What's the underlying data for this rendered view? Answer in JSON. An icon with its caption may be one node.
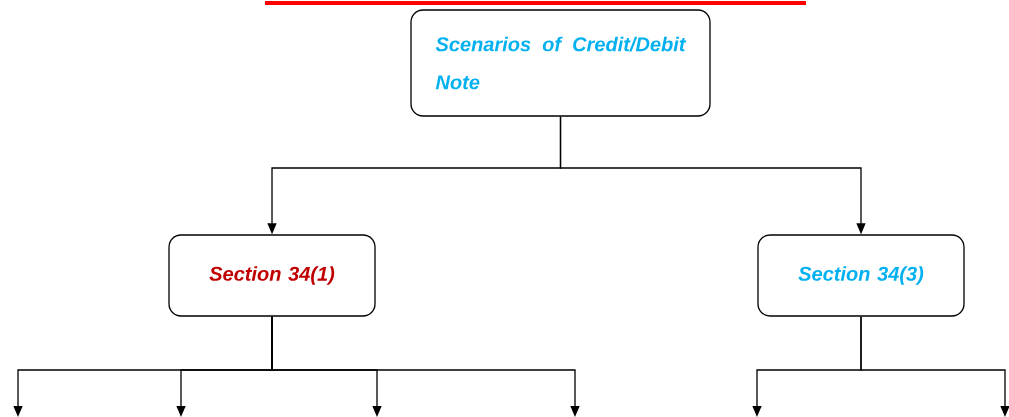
{
  "diagram": {
    "nodes": [
      {
        "text": [
          "Scenarios of Credit/Debit Note"
        ]
      },
      {
        "text": [
          "Section 34(1)"
        ]
      },
      {
        "text": [
          "Section 34(3)"
        ]
      }
    ],
    "edges": [
      {
        "from": 0,
        "to": 1,
        "arrow": "to"
      },
      {
        "from": 0,
        "to": 2,
        "arrow": "to"
      },
      {
        "from": 1,
        "to": null,
        "arrow": "to"
      },
      {
        "from": 1,
        "to": null,
        "arrow": "to"
      },
      {
        "from": 1,
        "to": null,
        "arrow": "to"
      },
      {
        "from": 1,
        "to": null,
        "arrow": "to"
      },
      {
        "from": 2,
        "to": null,
        "arrow": "to"
      },
      {
        "from": 2,
        "to": null,
        "arrow": "to"
      }
    ]
  }
}
